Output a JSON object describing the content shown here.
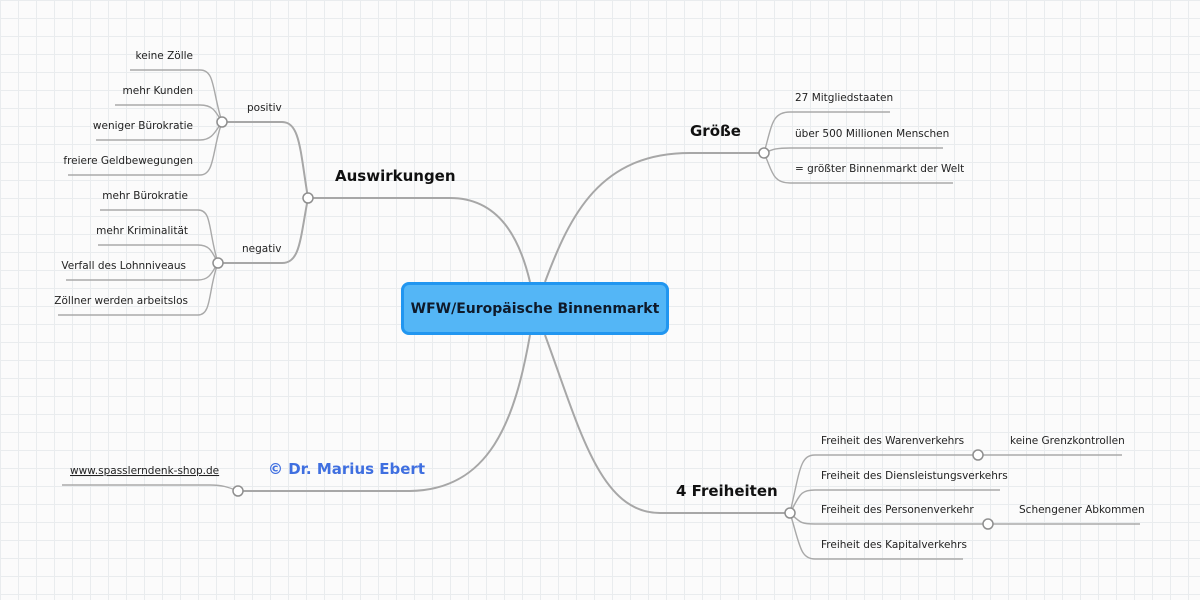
{
  "central": "WFW/Europäische Binnenmarkt",
  "auswirkungen": {
    "title": "Auswirkungen",
    "positiv": {
      "label": "positiv",
      "items": [
        "keine Zölle",
        "mehr Kunden",
        "weniger Bürokratie",
        "freiere Geldbewegungen"
      ]
    },
    "negativ": {
      "label": "negativ",
      "items": [
        "mehr Bürokratie",
        "mehr Kriminalität",
        "Verfall des Lohnniveaus",
        "Zöllner werden arbeitslos"
      ]
    }
  },
  "groesse": {
    "title": "Größe",
    "items": [
      "27 Mitgliedstaaten",
      "über 500 Millionen Menschen",
      "= größter Binnenmarkt der Welt"
    ]
  },
  "freiheiten": {
    "title": "4 Freiheiten",
    "items": [
      "Freiheit des Warenverkehrs",
      "Freiheit des Diensleistungsverkehrs",
      "Freiheit des Personenverkehr",
      "Freiheit des Kapitalverkehrs"
    ],
    "waren_sub": "keine Grenzkontrollen",
    "personen_sub": "Schengener Abkommen"
  },
  "credit": {
    "author": "© Dr. Marius Ebert",
    "url": "www.spasslerndenk-shop.de"
  }
}
